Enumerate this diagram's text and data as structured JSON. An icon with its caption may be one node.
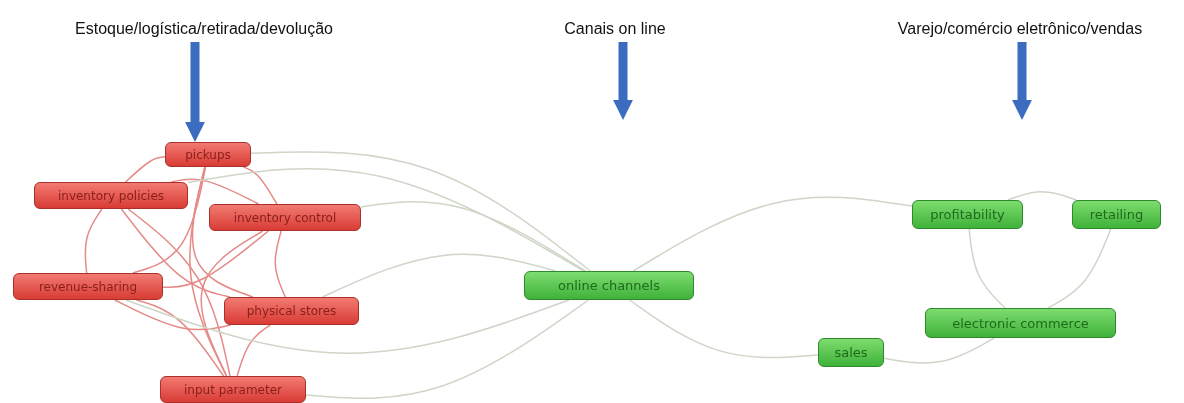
{
  "diagram": {
    "nodes": [
      {
        "text": [
          "Estoque/logística/retirada/devolução"
        ]
      },
      {
        "text": [
          "Canais on line"
        ]
      },
      {
        "text": [
          "Varejo/comércio eletrônico/vendas"
        ]
      },
      {
        "text": [
          "pickups"
        ]
      },
      {
        "text": [
          "inventory policies"
        ]
      },
      {
        "text": [
          "inventory control"
        ]
      },
      {
        "text": [
          "revenue-sharing"
        ]
      },
      {
        "text": [
          "physical stores"
        ]
      },
      {
        "text": [
          "input parameter"
        ]
      },
      {
        "text": [
          "online channels"
        ]
      },
      {
        "text": [
          "profitability"
        ]
      },
      {
        "text": [
          "retailing"
        ]
      },
      {
        "text": [
          "electronic commerce"
        ]
      },
      {
        "text": [
          "sales"
        ]
      }
    ],
    "edges": [
      {
        "from": 0,
        "to": 3,
        "arrow": "to",
        "style": "thick",
        "color": "#3b6cc0"
      },
      {
        "from": 1,
        "to": null,
        "arrow": "to",
        "style": "thick",
        "color": "#3b6cc0"
      },
      {
        "from": 2,
        "to": null,
        "arrow": "to",
        "style": "thick",
        "color": "#3b6cc0"
      },
      {
        "from": 3,
        "to": 4,
        "arrow": "none"
      },
      {
        "from": 3,
        "to": 5,
        "arrow": "none"
      },
      {
        "from": 3,
        "to": 6,
        "arrow": "none"
      },
      {
        "from": 3,
        "to": 7,
        "arrow": "none"
      },
      {
        "from": 3,
        "to": 8,
        "arrow": "none"
      },
      {
        "from": 4,
        "to": 5,
        "arrow": "none"
      },
      {
        "from": 4,
        "to": 6,
        "arrow": "none"
      },
      {
        "from": 4,
        "to": 7,
        "arrow": "none"
      },
      {
        "from": 4,
        "to": 8,
        "arrow": "none"
      },
      {
        "from": 5,
        "to": 6,
        "arrow": "none"
      },
      {
        "from": 5,
        "to": 7,
        "arrow": "none"
      },
      {
        "from": 5,
        "to": 8,
        "arrow": "none"
      },
      {
        "from": 6,
        "to": 7,
        "arrow": "none"
      },
      {
        "from": 6,
        "to": 8,
        "arrow": "none"
      },
      {
        "from": 7,
        "to": 8,
        "arrow": "none"
      },
      {
        "from": 3,
        "to": 9,
        "arrow": "none",
        "color": "#cfd6c8"
      },
      {
        "from": 4,
        "to": 9,
        "arrow": "none",
        "color": "#cfd6c8"
      },
      {
        "from": 5,
        "to": 9,
        "arrow": "none",
        "color": "#cfd6c8"
      },
      {
        "from": 6,
        "to": 9,
        "arrow": "none",
        "color": "#cfd6c8"
      },
      {
        "from": 7,
        "to": 9,
        "arrow": "none",
        "color": "#cfd6c8"
      },
      {
        "from": 8,
        "to": 9,
        "arrow": "none",
        "color": "#cfd6c8"
      },
      {
        "from": 9,
        "to": 10,
        "arrow": "none",
        "color": "#cfd6c8"
      },
      {
        "from": 9,
        "to": 13,
        "arrow": "none",
        "color": "#cfd6c8"
      },
      {
        "from": 10,
        "to": 11,
        "arrow": "none",
        "color": "#cfd6c8"
      },
      {
        "from": 10,
        "to": 12,
        "arrow": "none",
        "color": "#cfd6c8"
      },
      {
        "from": 11,
        "to": 12,
        "arrow": "none",
        "color": "#cfd6c8"
      },
      {
        "from": 13,
        "to": 12,
        "arrow": "none",
        "color": "#cfd6c8"
      }
    ]
  }
}
